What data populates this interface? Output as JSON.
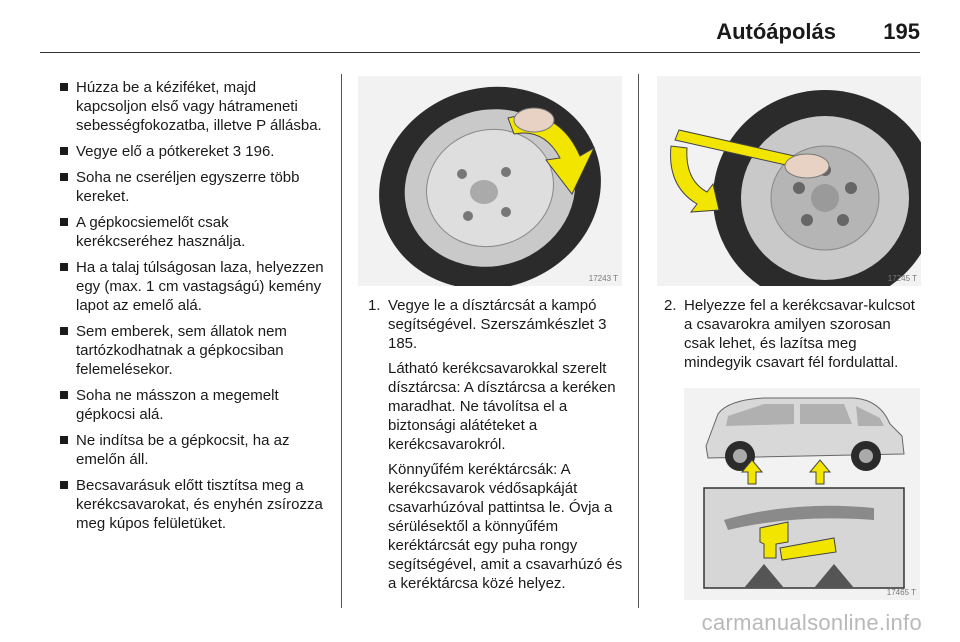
{
  "header": {
    "title": "Autóápolás",
    "page_number": "195"
  },
  "bullets": [
    "Húzza be a kéziféket, majd kapcsoljon első vagy hátrameneti sebességfokozatba, illetve P állásba.",
    "Vegye elő a pótkereket 3 196.",
    "Soha ne cseréljen egyszerre több kereket.",
    "A gépkocsiemelőt csak kerékcseréhez használja.",
    "Ha a talaj túlságosan laza, helyezzen egy (max. 1 cm vastagságú) kemény lapot az emelő alá.",
    "Sem emberek, sem állatok nem tartózkodhatnak a gépkocsiban felemelésekor.",
    "Soha ne másszon a megemelt gépkocsi alá.",
    "Ne indítsa be a gépkocsit, ha az emelőn áll.",
    "Becsavarásuk előtt tisztítsa meg a kerékcsavarokat, és enyhén zsírozza meg kúpos felületüket."
  ],
  "figures": {
    "hubcap": {
      "number": "17243 T"
    },
    "wrench": {
      "number": "17245 T"
    },
    "jack": {
      "number": "17465 T"
    }
  },
  "steps": [
    {
      "num": "1.",
      "paragraphs": [
        "Vegye le a dísztárcsát a kampó segítségével. Szerszámkészlet 3 185.",
        "Látható kerékcsavarokkal szerelt dísztárcsa: A dísztárcsa a keréken maradhat. Ne távolítsa el a biztonsági alátéteket a kerékcsavarokról.",
        "Könnyűfém keréktárcsák: A kerékcsavarok védősapkáját csavarhúzóval pattintsa le. Óvja a sérülésektől a könnyűfém keréktárcsát egy puha rongy segítségével, amit a csavarhúzó és a keréktárcsa közé helyez."
      ]
    },
    {
      "num": "2.",
      "paragraphs": [
        "Helyezze fel a kerékcsavar-kulcsot a csavarokra amilyen szorosan csak lehet, és lazítsa meg mindegyik csavart fél fordulattal."
      ]
    }
  ],
  "watermark": "carmanualsonline.info",
  "colors": {
    "arrow_yellow": "#f2e600",
    "wheel_gray": "#bdbdbd",
    "tire_dark": "#2b2b2b"
  }
}
